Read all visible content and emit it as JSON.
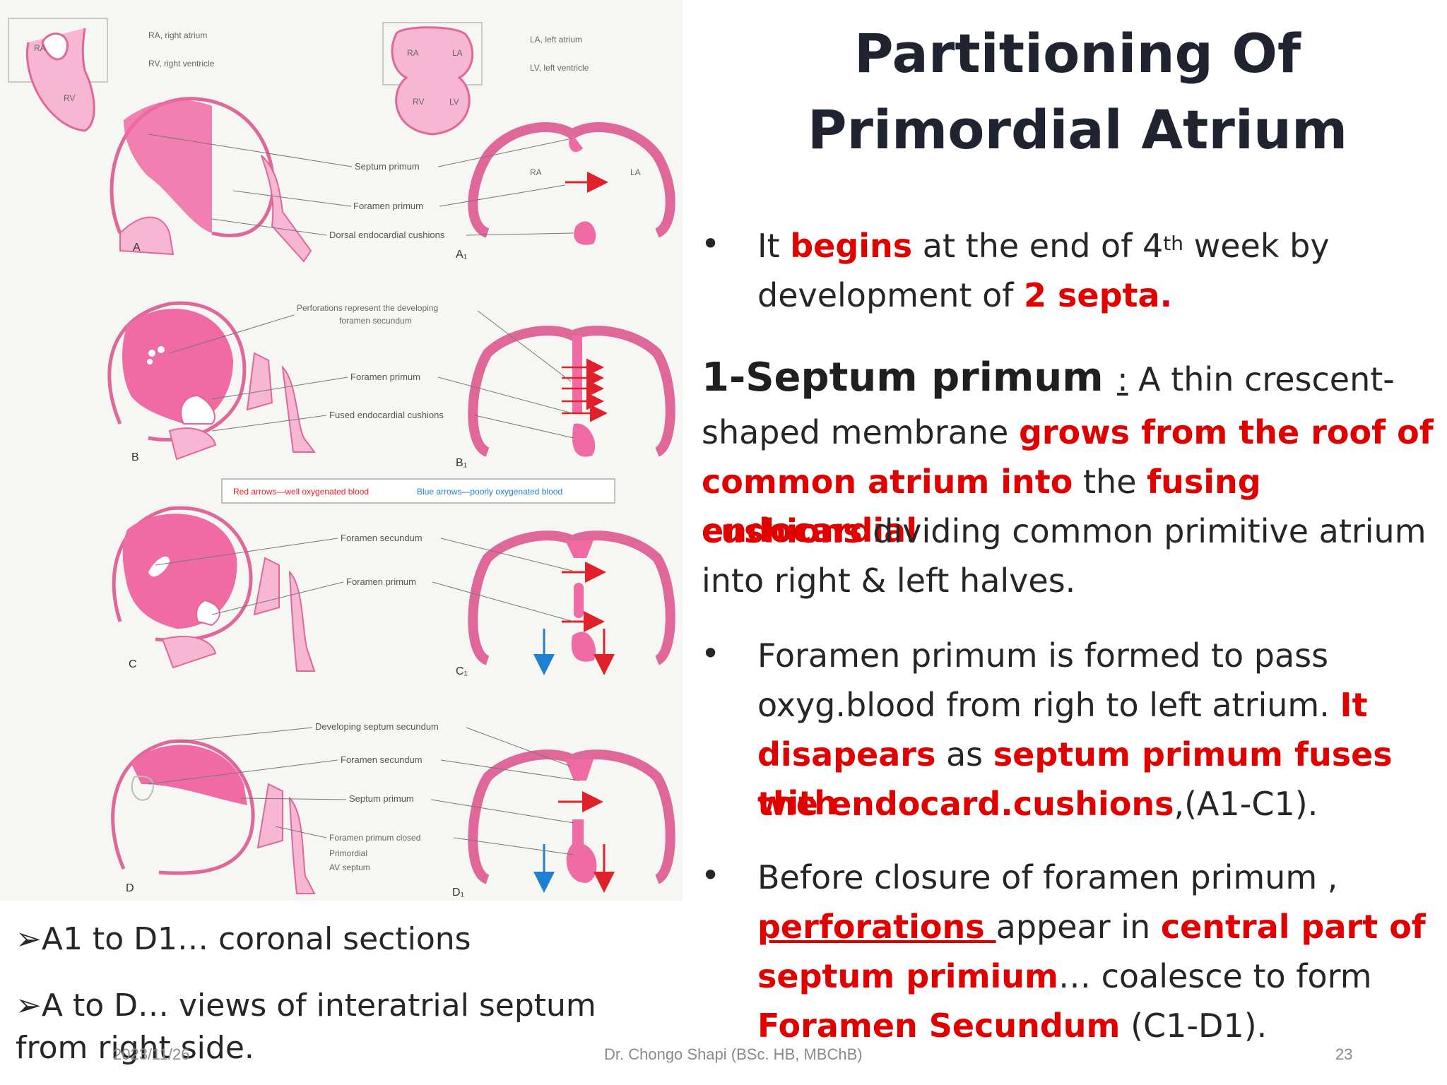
{
  "title": "Partitioning Of Primordial Atrium",
  "figure": {
    "labels": {
      "ra_right_atrium": "RA, right atrium",
      "rv_right_ventricle": "RV, right ventricle",
      "la_left_atrium": "LA, left atrium",
      "lv_left_ventricle": "LV, left ventricle",
      "ra": "RA",
      "la": "LA",
      "rv": "RV",
      "lv": "LV",
      "septum_primum": "Septum primum",
      "foramen_primum": "Foramen primum",
      "dorsal_cushions": "Dorsal endocardial cushions",
      "perforations_1": "Perforations represent the developing",
      "perforations_2": "foramen secundum",
      "fused_cushions": "Fused endocardial cushions",
      "arrows_red": "Red arrows—well oxygenated blood",
      "arrows_blue": "Blue arrows—poorly oxygenated blood",
      "foramen_secundum": "Foramen secundum",
      "developing_septum_secundum": "Developing septum secundum",
      "foramen_primum_closed": "Foramen primum closed",
      "primordial": "Primordial",
      "av_septum": "AV septum",
      "panel_a": "A",
      "panel_a1": "A₁",
      "panel_b": "B",
      "panel_b1": "B₁",
      "panel_c": "C",
      "panel_c1": "C₁",
      "panel_d": "D",
      "panel_d1": "D₁"
    }
  },
  "bullet1": {
    "t1": "It ",
    "t2": "begins",
    "t3": " at the end of 4",
    "sup": "th",
    "t4": " week by",
    "t5": "development of ",
    "t6": "2 septa."
  },
  "septum_primum": {
    "head": "1-Septum primum ",
    "colon": ":",
    "l1": " A thin crescent-",
    "l2a": "shaped membrane ",
    "l2b": "grows  from the roof of",
    "l3a": "common atrium into",
    "l3b": " the ",
    "l3c": "fusing endocardial",
    "l4a": "cushions",
    "l4b": " dividing common primitive atrium",
    "l5": "into  right & left halves."
  },
  "bullet2": {
    "l1": "Foramen primum is formed to pass",
    "l2a": "oxyg.blood from righ to left atrium. ",
    "l2b": "It",
    "l3a": "disapears",
    "l3b": " as ",
    "l3c": "septum primum fuses with",
    "l4a": "the endocard.cushions",
    "l4b": ",(A1-C1)."
  },
  "bullet3": {
    "l1": "Before closure of foramen primum ,",
    "l2a": "perforations ",
    "l2b": "appear in ",
    "l2c": "central part of",
    "l3a": "septum primium",
    "l3b": "… coalesce to form",
    "l4a": "Foramen Secundum",
    "l4b": "  (C1-D1)."
  },
  "bullet_symbol": "•",
  "notes": {
    "n1": "➢A1 to D1… coronal sections",
    "n2a": "➢A to D… views of interatrial septum",
    "n2b": "from right side."
  },
  "footer": {
    "date": "2023/11/26",
    "author": "Dr. Chongo Shapi (BSc. HB, MBChB)",
    "page": "23"
  },
  "colors": {
    "accent_red": "#e00000",
    "pink": "#f06aa3",
    "pink_light": "#f7b7d2"
  }
}
